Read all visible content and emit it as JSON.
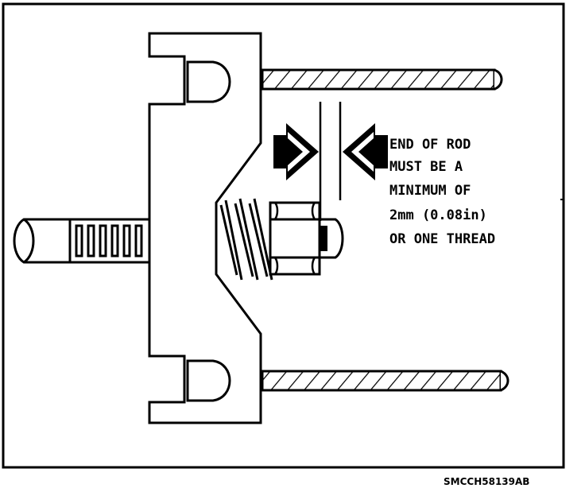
{
  "annotation": {
    "lines": [
      "END OF ROD",
      "MUST BE A",
      "MINIMUM OF",
      "2mm (0.08in)",
      "OR ONE THREAD"
    ]
  },
  "figure_code": "SMCCH58139AB",
  "colors": {
    "ink": "#000000",
    "paper": "#ffffff"
  }
}
